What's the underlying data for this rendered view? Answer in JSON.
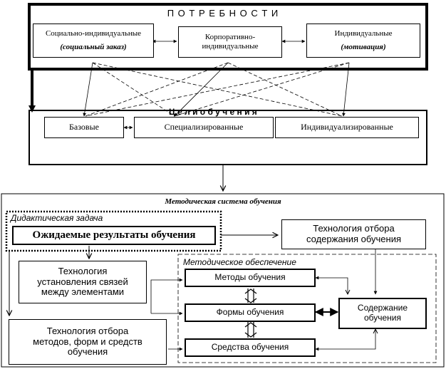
{
  "needs": {
    "title": "П О Т Р Е Б Н О С Т И",
    "social_line1": "Социально-индивидуальные",
    "social_line2": "(социальный заказ)",
    "corporate_line1": "Корпоративно-",
    "corporate_line2": "индивидуальные",
    "individual_line1": "Индивидуальные",
    "individual_line2": "(мотивация)"
  },
  "goals": {
    "title_fragment": "Ц е л и   о б у ч е н и я",
    "basic": "Базовые",
    "specialized": "Специализированные",
    "individualized": "Индивидуализированные"
  },
  "system": {
    "title": "Методическая система обучения",
    "didactic_label": "Дидактическая задача",
    "expected_results": "Ожидаемые результаты обучения",
    "content_selection_line1": "Технология отбора",
    "content_selection_line2": "содержания обучения",
    "links_tech_line1": "Технология",
    "links_tech_line2": "установления связей",
    "links_tech_line3": "между элементами",
    "methods_tech_line1": "Технология отбора",
    "methods_tech_line2": "методов, форм и средств",
    "methods_tech_line3": "обучения",
    "support_label": "Методическое обеспечение",
    "methods": "Методы обучения",
    "forms": "Формы обучения",
    "means": "Средства обучения",
    "content_line1": "Содержание",
    "content_line2": "обучения"
  }
}
